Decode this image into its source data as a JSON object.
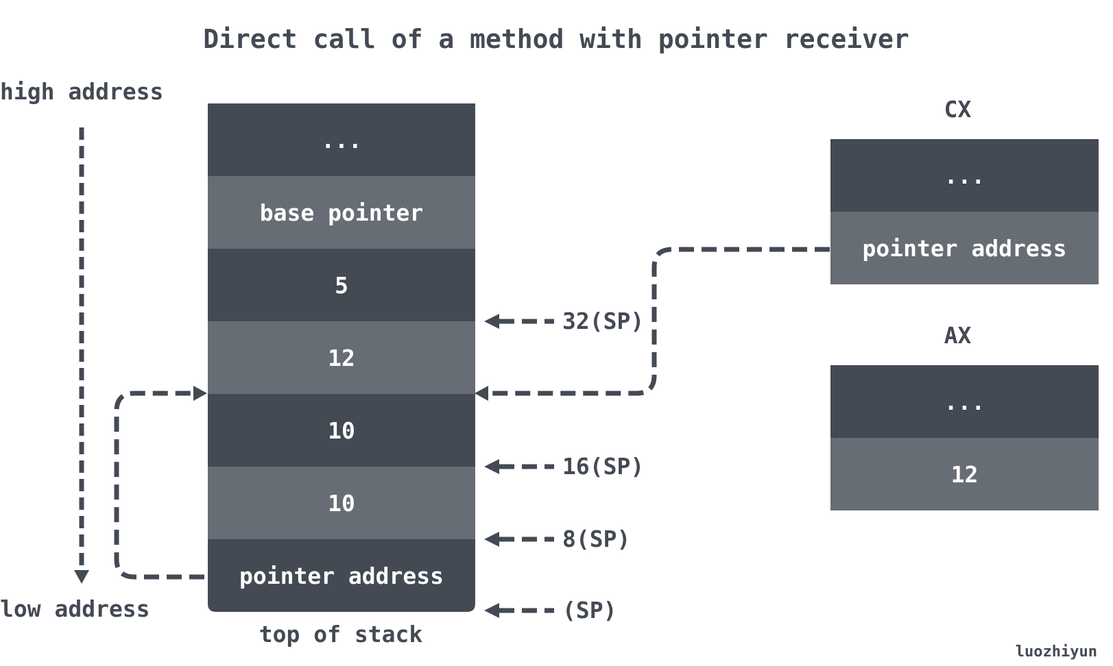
{
  "title": "Direct call of a method with pointer receiver",
  "address_axis": {
    "high_label": "high address",
    "low_label": "low address"
  },
  "stack": {
    "cells": [
      "...",
      "base pointer",
      "5",
      "12",
      "10",
      "10",
      "pointer address"
    ],
    "bottom_label": "top of stack",
    "offsets": [
      {
        "label": "32(SP)",
        "cell_boundary": 3
      },
      {
        "label": "16(SP)",
        "cell_boundary": 5
      },
      {
        "label": "8(SP)",
        "cell_boundary": 6
      },
      {
        "label": "(SP)",
        "cell_boundary": 7
      }
    ]
  },
  "registers": [
    {
      "name": "CX",
      "cells": [
        "...",
        "pointer address"
      ]
    },
    {
      "name": "AX",
      "cells": [
        "...",
        "12"
      ]
    }
  ],
  "signature": "luozhiyun",
  "colors": {
    "dark": "#434a54",
    "light": "#676d75",
    "text": "#ffffff",
    "ink": "#434a54"
  }
}
